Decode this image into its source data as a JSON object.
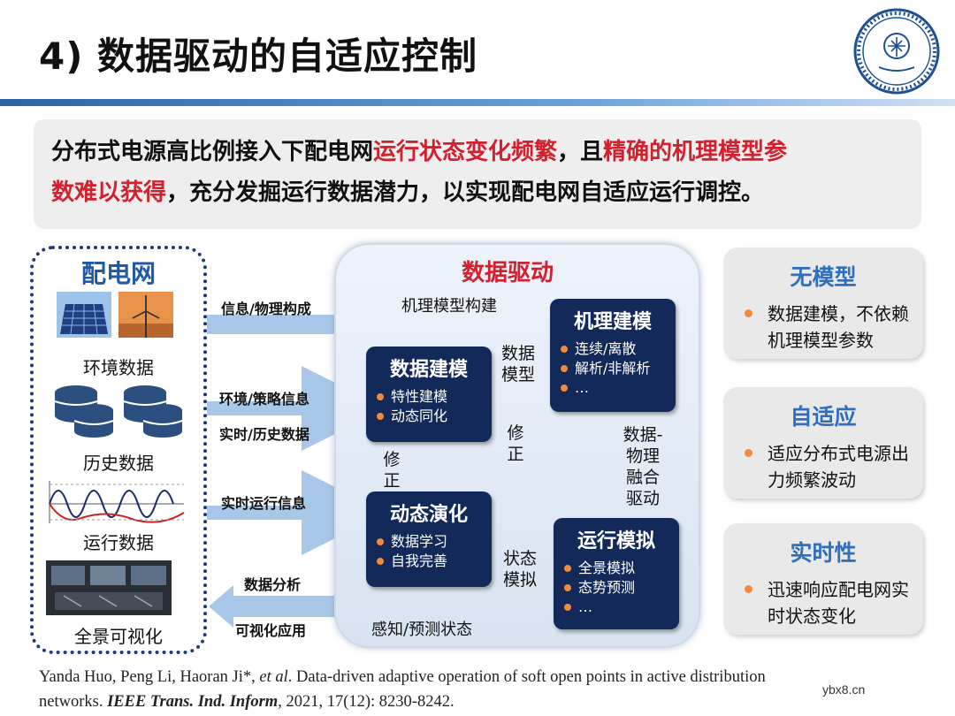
{
  "title": "4) 数据驱动的自适应控制",
  "logo": {
    "icon": "tianjin-university-seal-icon"
  },
  "summary": {
    "line1_a": "分布式电源高比例接入下配电网",
    "line1_b": "运行状态变化频繁",
    "line1_c": "，且",
    "line1_d": "精确的机理模型参",
    "line2_a": "数难以获得",
    "line2_b": "，充分发掘运行数据潜力，以实现配电网自适应运行调控。"
  },
  "left_panel": {
    "title": "配电网",
    "items": [
      "环境数据",
      "历史数据",
      "运行数据",
      "全景可视化"
    ]
  },
  "flows": {
    "info_physical": "信息/物理构成",
    "env_policy": "环境/策略信息",
    "realtime_history": "实时/历史数据",
    "realtime_operation": "实时运行信息",
    "data_analysis": "数据分析",
    "visualization": "可视化应用",
    "mechanism_build": "机理模型构建",
    "perception": "感知/预测状态"
  },
  "center": {
    "title": "数据驱动",
    "nodes": {
      "data_model": {
        "title": "数据建模",
        "items": [
          "特性建模",
          "动态同化"
        ]
      },
      "mech_model": {
        "title": "机理建模",
        "items": [
          "连续/离散",
          "解析/非解析",
          "…"
        ]
      },
      "dyn_evo": {
        "title": "动态演化",
        "items": [
          "数据学习",
          "自我完善"
        ]
      },
      "op_sim": {
        "title": "运行模拟",
        "items": [
          "全景模拟",
          "态势预测",
          "…"
        ]
      }
    },
    "labels": {
      "data_model_link_1": "数据",
      "data_model_link_2": "模型",
      "fix_left_1": "修",
      "fix_left_2": "正",
      "fix_mid_1": "修",
      "fix_mid_2": "正",
      "fusion_1": "数据-",
      "fusion_2": "物理",
      "fusion_3": "融合",
      "fusion_4": "驱动",
      "state_1": "状态",
      "state_2": "模拟"
    }
  },
  "cards": [
    {
      "title": "无模型",
      "body": "数据建模，不依赖机理模型参数"
    },
    {
      "title": "自适应",
      "body": "适应分布式电源出力频繁波动"
    },
    {
      "title": "实时性",
      "body": "迅速响应配电网实时状态变化"
    }
  ],
  "reference": {
    "line1_a": "Yanda Huo, Peng Li, Haoran Ji*, ",
    "line1_b": "et al",
    "line1_c": ". Data-driven adaptive operation of soft open points in active distribution",
    "line2_a": "networks. ",
    "line2_b": "IEEE Trans. Ind. Inform",
    "line2_c": ", 2021, 17(12): 8230-8242."
  },
  "watermark": "ybx8.cn",
  "colors": {
    "accent_red": "#d2202f",
    "node_navy": "#13295a",
    "title_blue": "#1f5aa8",
    "bullet_orange": "#f08a3c",
    "arrow_blue": "#a9c7e8"
  }
}
